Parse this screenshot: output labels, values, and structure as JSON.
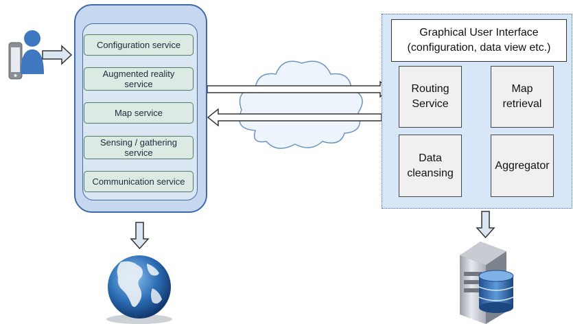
{
  "mobile_services": [
    "Configuration service",
    "Augmented reality service",
    "Map service",
    "Sensing / gathering service",
    "Communication service"
  ],
  "gui": {
    "title": "Graphical User Interface",
    "subtitle": "(configuration, data view etc.)"
  },
  "modules": {
    "routing": "Routing Service",
    "map_retrieval": "Map retrieval",
    "data_cleansing": "Data cleansing",
    "aggregator": "Aggregator"
  },
  "icons": [
    "user-with-phone-icon",
    "globe-icon",
    "cloud-icon",
    "database-server-icon"
  ],
  "colors": {
    "mobile_fill": "#c5d8f0",
    "mobile_border": "#3f6aa8",
    "service_fill": "#dde9e3",
    "service_border": "#4d7d64",
    "server_fill": "#d7e7f7",
    "module_fill": "#f0f0f0"
  }
}
